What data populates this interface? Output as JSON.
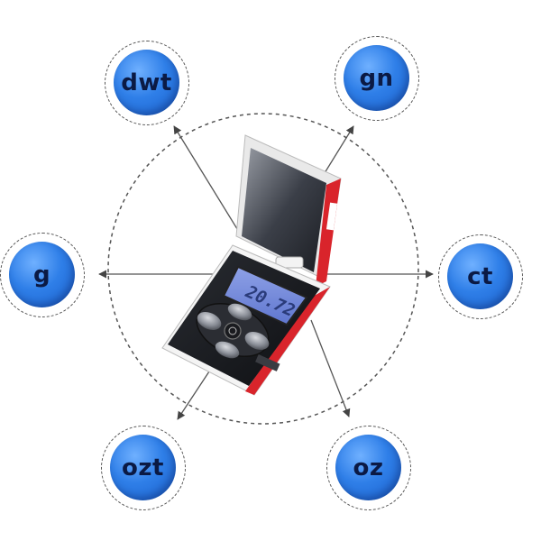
{
  "units": [
    {
      "id": "dwt",
      "label": "dwt"
    },
    {
      "id": "gn",
      "label": "gn"
    },
    {
      "id": "g",
      "label": "g"
    },
    {
      "id": "ct",
      "label": "ct"
    },
    {
      "id": "ozt",
      "label": "ozt"
    },
    {
      "id": "oz",
      "label": "oz"
    }
  ],
  "scale": {
    "display_value": "20.72"
  },
  "colors": {
    "bubble": "#2f7fe8",
    "label": "#0b1a44",
    "scale_accent": "#d9242b",
    "lcd": "#6f86d8"
  }
}
